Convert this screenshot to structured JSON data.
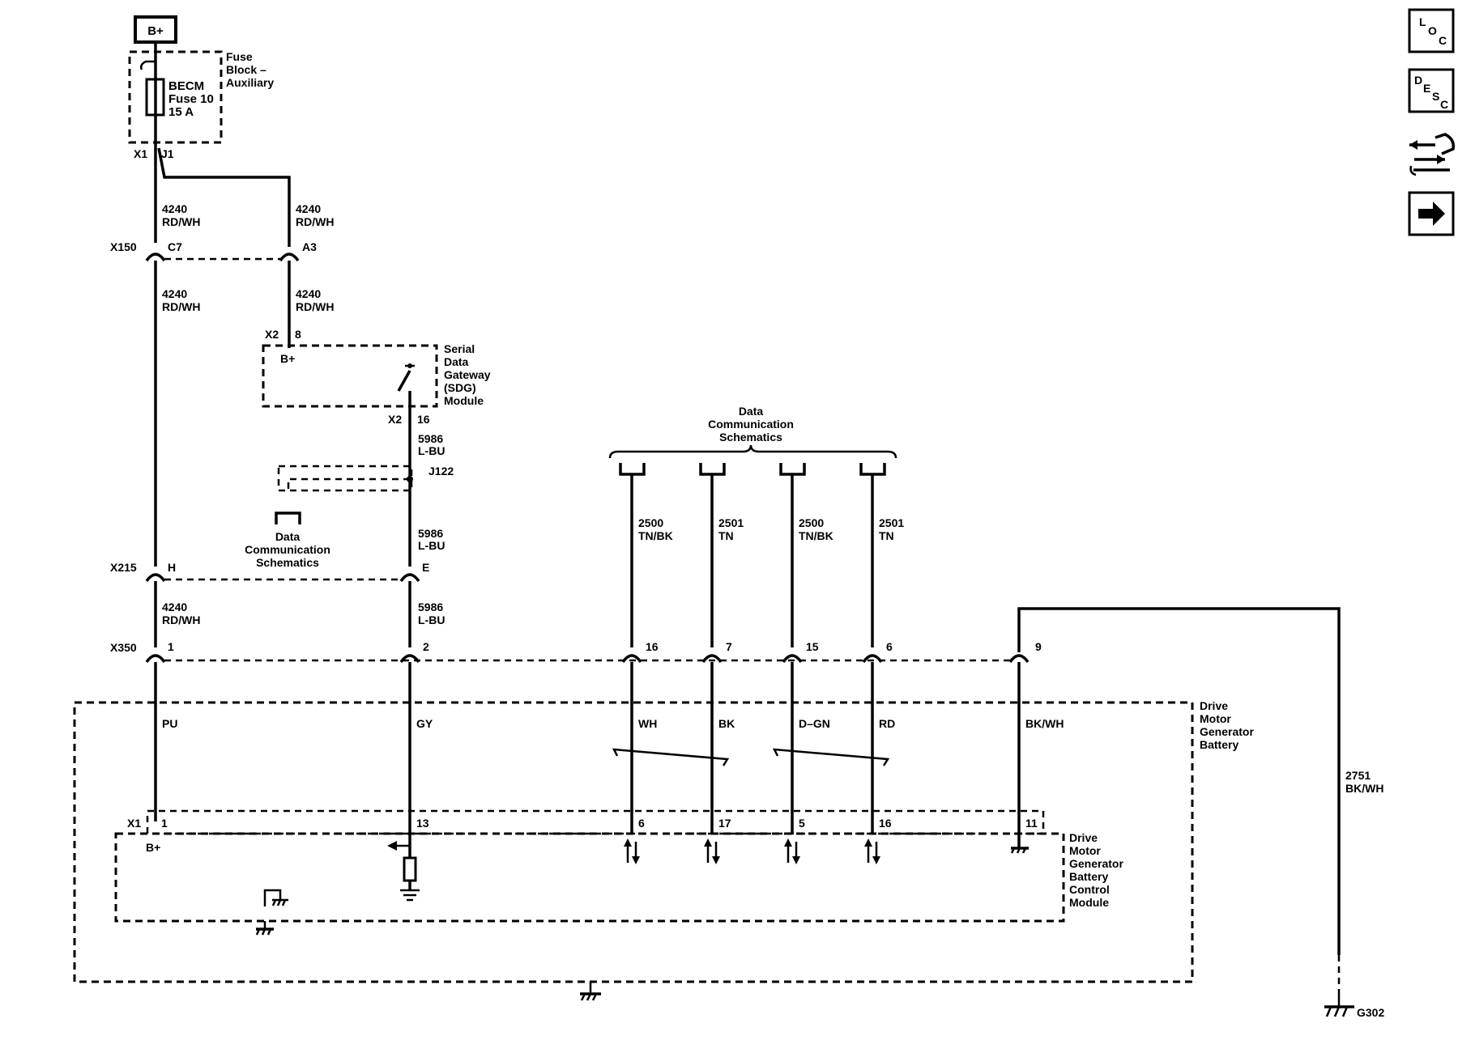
{
  "battery_source": "B+",
  "fuse_block": {
    "label": [
      "Fuse",
      "Block –",
      "Auxiliary"
    ],
    "fuse": [
      "BECM",
      "Fuse 10",
      "15 A"
    ],
    "conn": "X1",
    "pin": "J1"
  },
  "wires": {
    "w4240": [
      "4240",
      "RD/WH"
    ],
    "w5986": [
      "5986",
      "L-BU"
    ],
    "w2751": [
      "2751",
      "BK/WH"
    ],
    "w2500": [
      "2500",
      "TN/BK"
    ],
    "w2501": [
      "2501",
      "TN"
    ]
  },
  "connectors": {
    "x150": {
      "name": "X150",
      "pins": [
        "C7",
        "A3"
      ]
    },
    "x215": {
      "name": "X215",
      "pins": [
        "H",
        "E"
      ]
    },
    "x350": {
      "name": "X350",
      "pins": [
        "1",
        "2",
        "16",
        "7",
        "15",
        "6",
        "9"
      ]
    },
    "sdg_in": {
      "name": "X2",
      "pin": "8"
    },
    "sdg_out": {
      "name": "X2",
      "pin": "16"
    },
    "splice": "J122",
    "x1": {
      "name": "X1",
      "pins": [
        "1",
        "13",
        "6",
        "17",
        "5",
        "16",
        "11"
      ]
    }
  },
  "sdg_module": {
    "label": [
      "Serial",
      "Data",
      "Gateway",
      "(SDG)",
      "Module"
    ],
    "bplus": "B+"
  },
  "data_comm": [
    "Data",
    "Communication",
    "Schematics"
  ],
  "internal_colors": [
    "PU",
    "GY",
    "WH",
    "BK",
    "D–GN",
    "RD",
    "BK/WH"
  ],
  "drive_battery": [
    "Drive",
    "Motor",
    "Generator",
    "Battery"
  ],
  "bcm_module": {
    "label": [
      "Drive",
      "Motor",
      "Generator",
      "Battery",
      "Control",
      "Module"
    ],
    "bplus": "B+"
  },
  "ground": "G302",
  "side_icons": [
    "loc-icon",
    "desc-icon",
    "connector-icon",
    "arrow-right-icon"
  ],
  "loc_letters": [
    "L",
    "O",
    "C"
  ],
  "desc_letters": [
    "D",
    "E",
    "S",
    "C"
  ]
}
